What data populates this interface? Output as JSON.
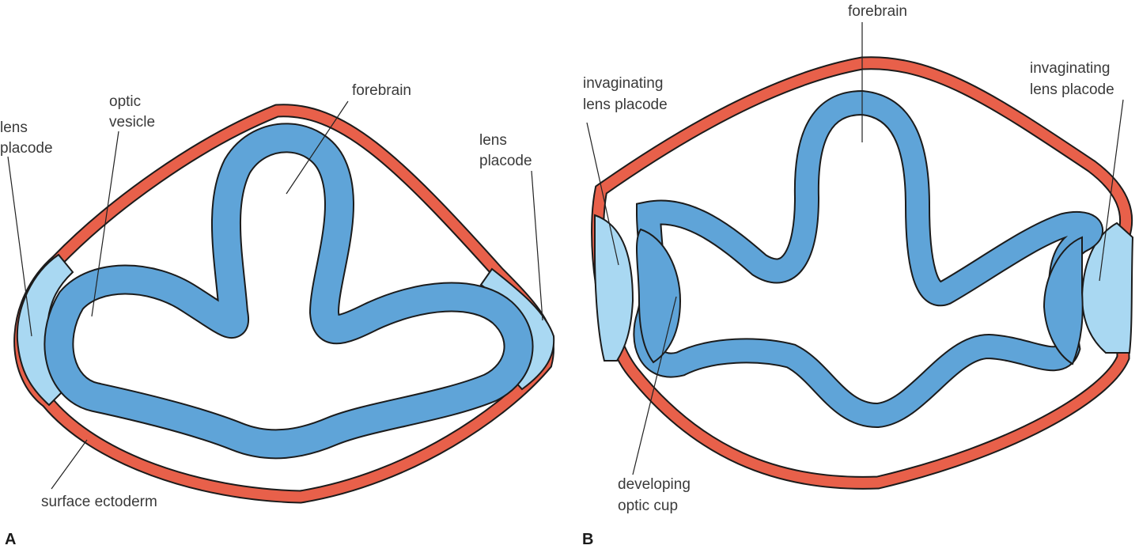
{
  "colors": {
    "surface_ectoderm": "#e8604a",
    "lens_placode": "#a9d8f2",
    "neural_tissue": "#5fa4d8",
    "outline": "#1b1b1b"
  },
  "panel_a": {
    "letter": "A",
    "labels": {
      "lens_placode_left_1": "lens",
      "lens_placode_left_2": "placode",
      "optic_vesicle_1": "optic",
      "optic_vesicle_2": "vesicle",
      "forebrain": "forebrain",
      "lens_placode_right_1": "lens",
      "lens_placode_right_2": "placode",
      "surface_ectoderm": "surface ectoderm"
    }
  },
  "panel_b": {
    "letter": "B",
    "labels": {
      "forebrain": "forebrain",
      "invag_left_1": "invaginating",
      "invag_left_2": "lens placode",
      "invag_right_1": "invaginating",
      "invag_right_2": "lens placode",
      "optic_cup_1": "developing",
      "optic_cup_2": "optic cup"
    }
  }
}
